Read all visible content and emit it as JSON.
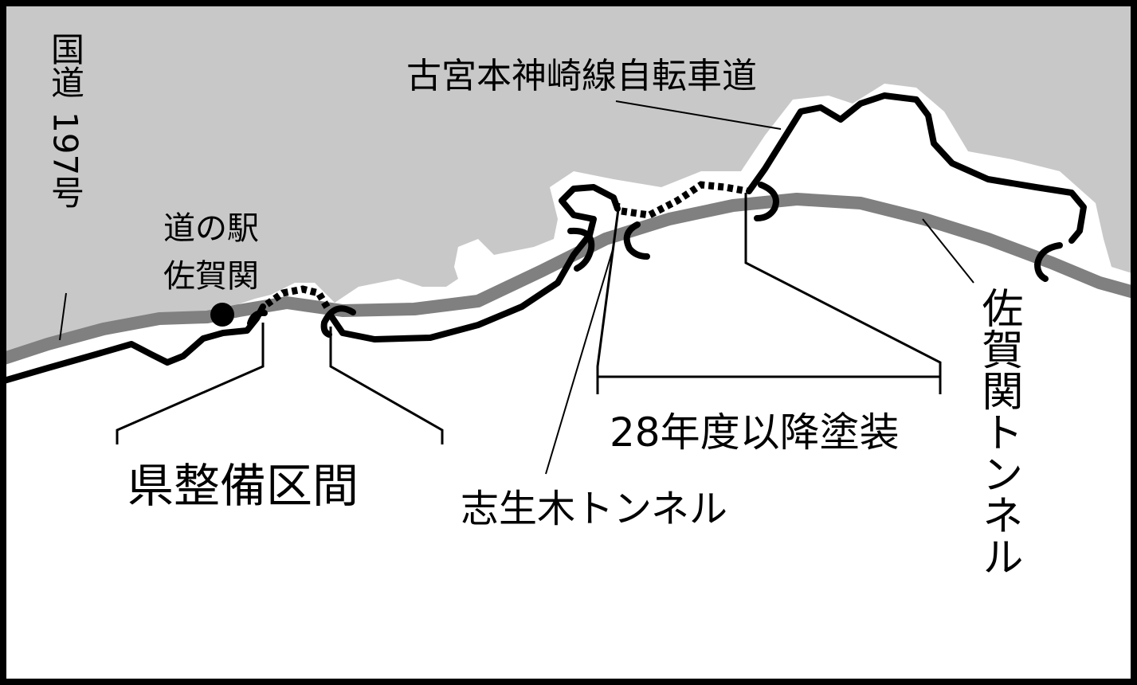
{
  "labels": {
    "route_197_line1": "国道",
    "route_197_line2": "197号",
    "michi_no_eki_line1": "道の駅",
    "michi_no_eki_line2": "佐賀関",
    "bicycle_road": "古宮本神崎線自転車道",
    "prefecture_section": "県整備区間",
    "shikiki_tunnel": "志生木トンネル",
    "painting_2016": "28年度以降塗装",
    "saganoseki_tunnel": "佐賀関トンネル"
  },
  "colors": {
    "sea": "#c8c8c8",
    "land": "#ffffff",
    "highway": "#808080",
    "bike_path": "#000000",
    "border": "#000000"
  },
  "icons": {
    "station": "filled-circle-marker",
    "tunnel_portal": "arc-bracket"
  }
}
